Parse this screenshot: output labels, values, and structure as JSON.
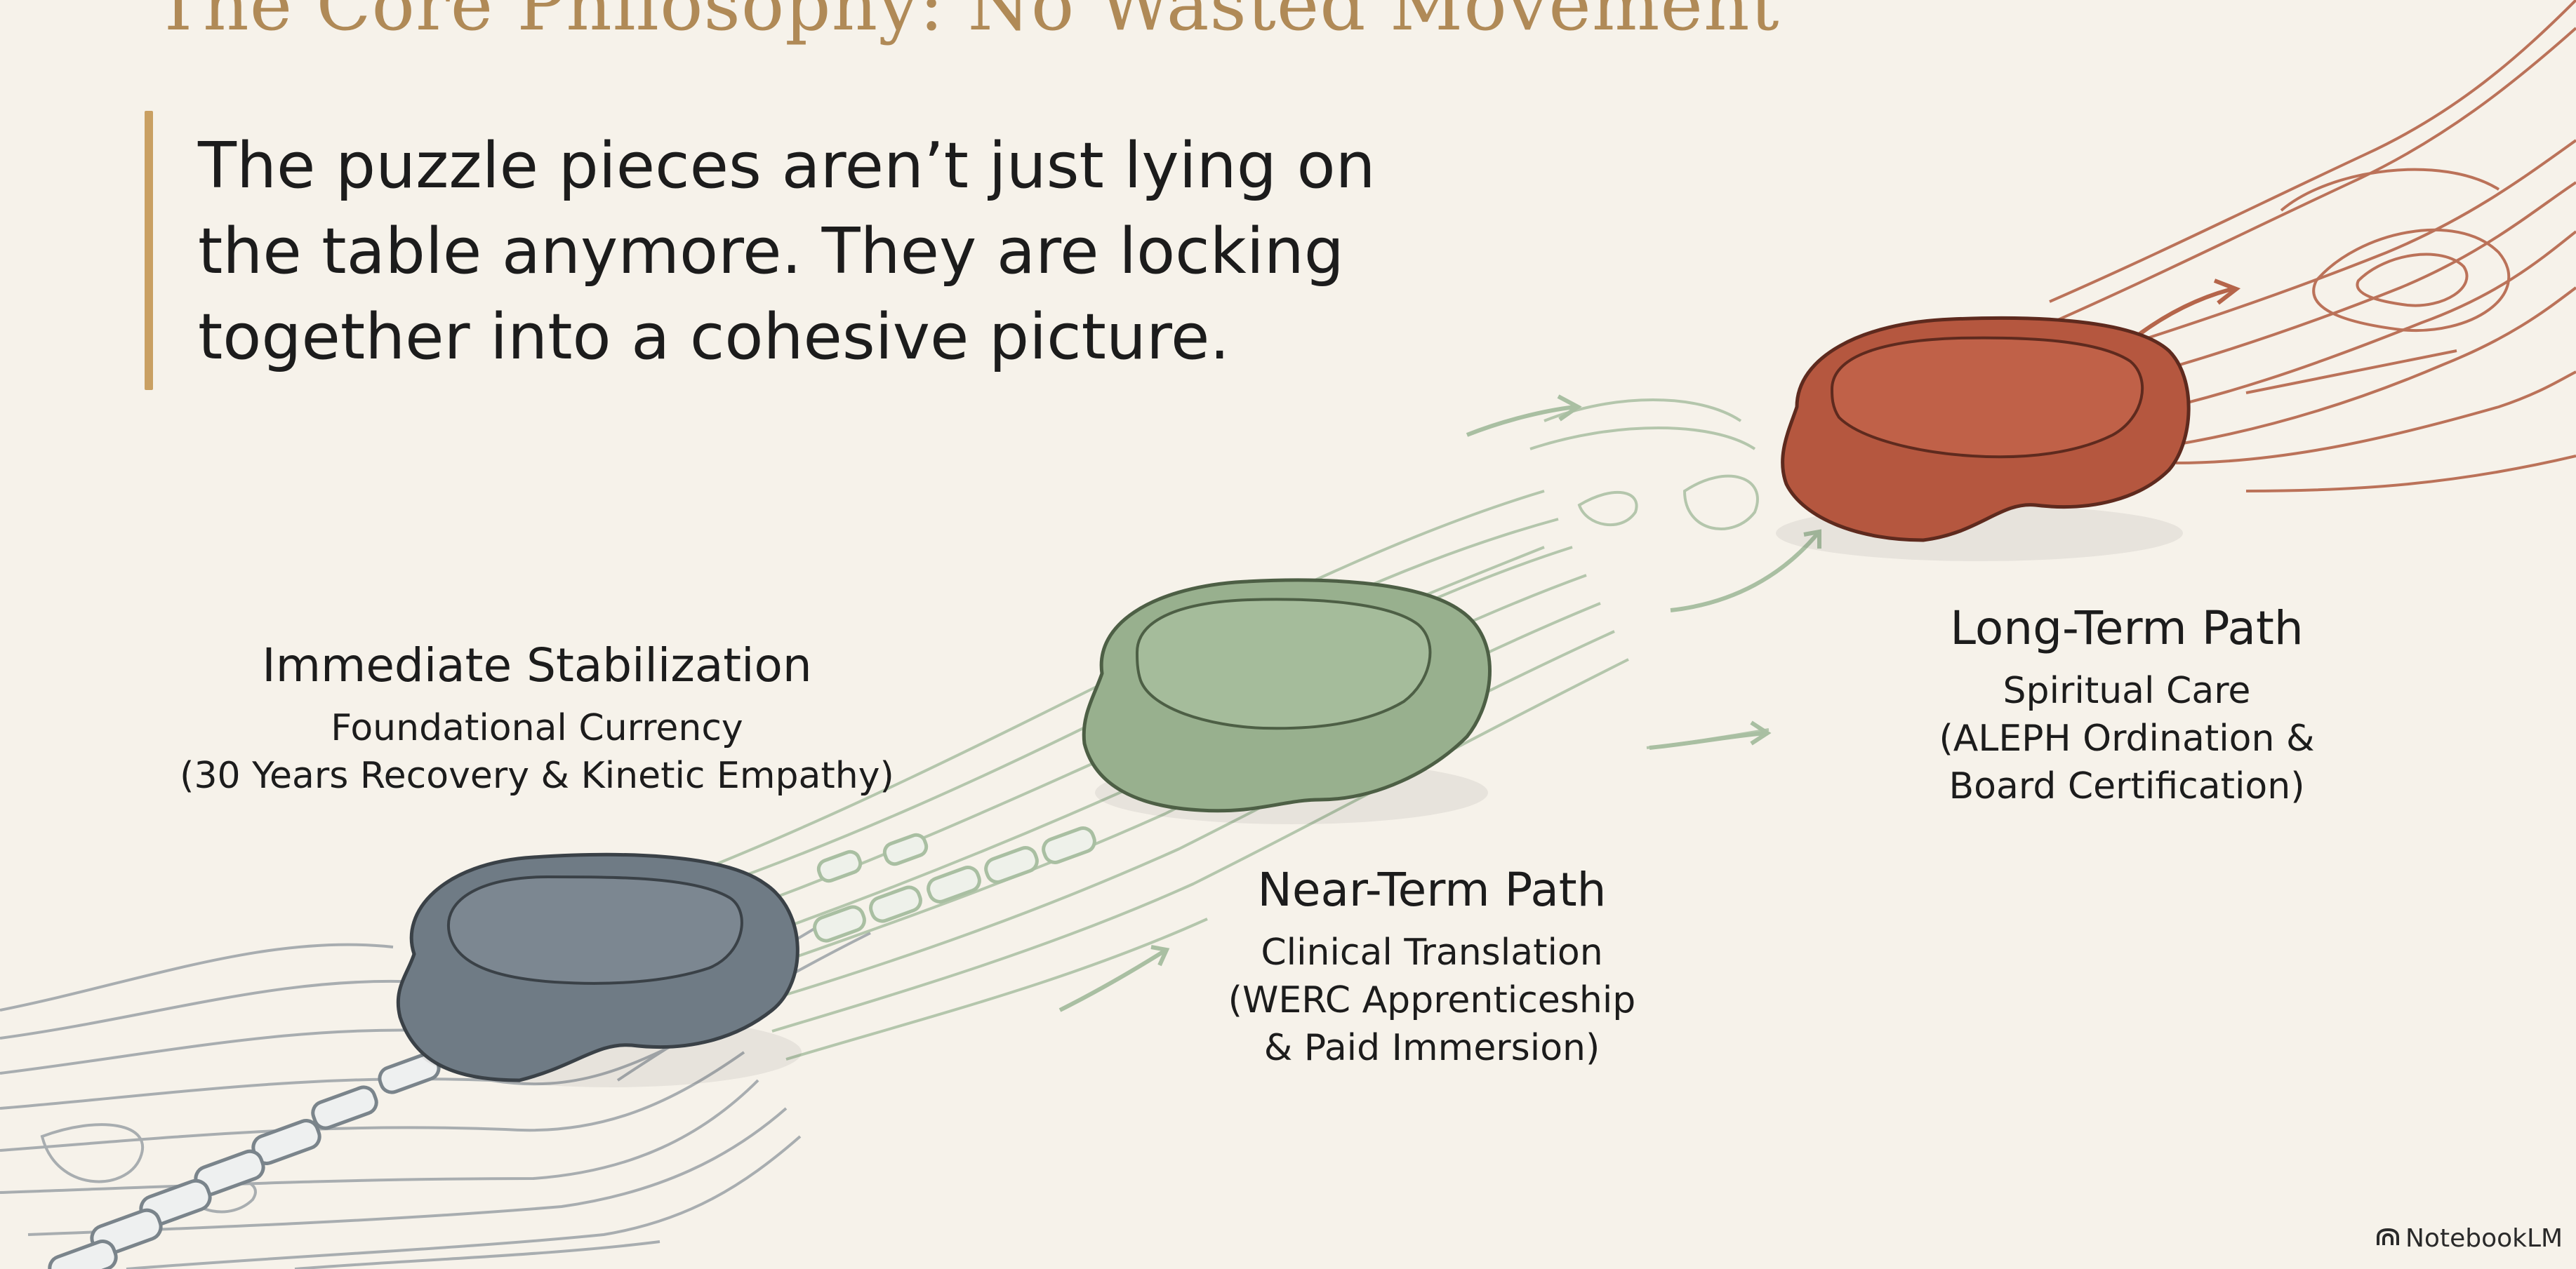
{
  "slide": {
    "title": "The Core Philosophy: No Wasted Movement",
    "quote_lines": [
      "The puzzle pieces aren’t just lying on",
      "the table anymore. They are locking",
      "together into a cohesive picture."
    ]
  },
  "stages": [
    {
      "name": "stone-gray",
      "heading": "Immediate Stabilization",
      "sub_lines": [
        "Foundational Currency",
        "(30 Years Recovery & Kinetic Empathy)"
      ],
      "color": "#6f7b85"
    },
    {
      "name": "stone-green",
      "heading": "Near-Term Path",
      "sub_lines": [
        "Clinical Translation",
        "(WERC Apprenticeship",
        "& Paid Immersion)"
      ],
      "color": "#98b08e"
    },
    {
      "name": "stone-red",
      "heading": "Long-Term Path",
      "sub_lines": [
        "Spiritual Care",
        "(ALEPH Ordination &",
        "Board Certification)"
      ],
      "color": "#b5573f"
    }
  ],
  "colors": {
    "title": "#b08a57",
    "accent_bar": "#c9a063",
    "gray_flow": "#8e979d",
    "green_flow": "#a9bfa2",
    "red_flow": "#b5654a",
    "background": "#f6f2ea"
  },
  "branding": {
    "icon": "notebooklm-logo-icon",
    "label": "NotebookLM"
  }
}
